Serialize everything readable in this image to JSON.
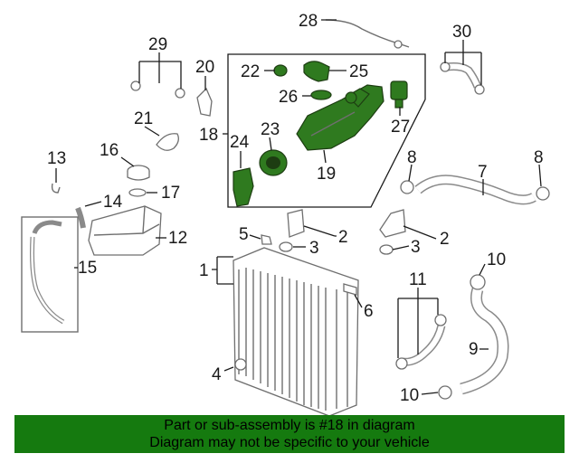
{
  "callouts": {
    "c1": "1",
    "c2a": "2",
    "c2b": "2",
    "c3a": "3",
    "c3b": "3",
    "c4": "4",
    "c5": "5",
    "c6": "6",
    "c7": "7",
    "c8a": "8",
    "c8b": "8",
    "c9": "9",
    "c10a": "10",
    "c10b": "10",
    "c11": "11",
    "c12": "12",
    "c13": "13",
    "c14": "14",
    "c15": "15",
    "c16": "16",
    "c17": "17",
    "c18": "18",
    "c19": "19",
    "c20": "20",
    "c21": "21",
    "c22": "22",
    "c23": "23",
    "c24": "24",
    "c25": "25",
    "c26": "26",
    "c27": "27",
    "c28": "28",
    "c29": "29",
    "c30": "30"
  },
  "footer": {
    "line1": "Part or sub-assembly is #18 in diagram",
    "line2": "Diagram may not be specific to your vehicle"
  },
  "colors": {
    "highlight_fill": "#2f7a1f",
    "footer_bg": "#157a0f",
    "line": "#6f6f6f"
  }
}
